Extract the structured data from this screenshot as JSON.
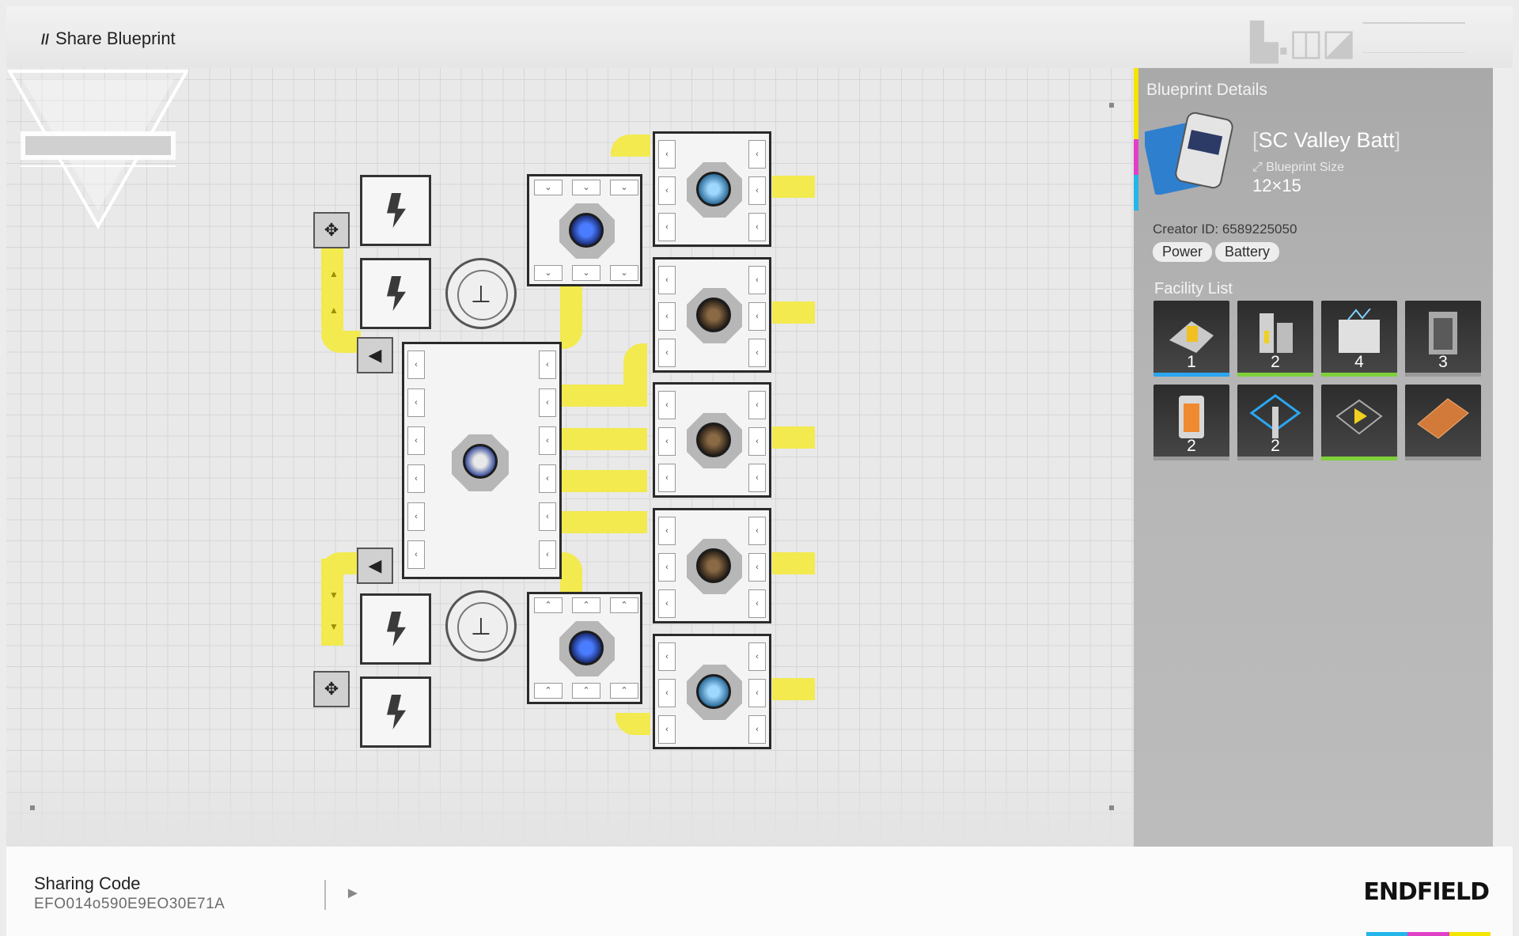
{
  "header": {
    "title": "Share Blueprint",
    "prefix": "//"
  },
  "colors": {
    "belt": "#f2ea4f",
    "accent_yellow": "#f5e400",
    "accent_magenta": "#e040c8",
    "accent_cyan": "#23b6e8",
    "bar_blue": "#2aa6f0",
    "bar_green": "#7fd13b",
    "bar_gray": "#9a9a9a"
  },
  "panel": {
    "heading": "Blueprint Details",
    "product_name": "SC Valley Batt",
    "size_label": "Blueprint Size",
    "size_value": "12×15",
    "creator": "Creator ID: 6589225050",
    "tags": [
      "Power",
      "Battery"
    ],
    "facility_title": "Facility List",
    "facilities": [
      {
        "icon": "refining-unit-icon",
        "count": "1",
        "bar": "blue"
      },
      {
        "icon": "shredding-unit-icon",
        "count": "2",
        "bar": "green"
      },
      {
        "icon": "packaging-unit-icon",
        "count": "4",
        "bar": "green"
      },
      {
        "icon": "storage-unit-icon",
        "count": "3",
        "bar": "gray"
      },
      {
        "icon": "thermal-bank-icon",
        "count": "2",
        "bar": "gray"
      },
      {
        "icon": "relay-tower-icon",
        "count": "2",
        "bar": "gray"
      },
      {
        "icon": "splitter-icon",
        "count": "",
        "bar": "green"
      },
      {
        "icon": "foundation-tile-icon",
        "count": "",
        "bar": "gray"
      }
    ]
  },
  "footer": {
    "sharing_label": "Sharing Code",
    "sharing_code": "EFO014o590E9EO30E71A",
    "brand": "ENDFIELD"
  }
}
